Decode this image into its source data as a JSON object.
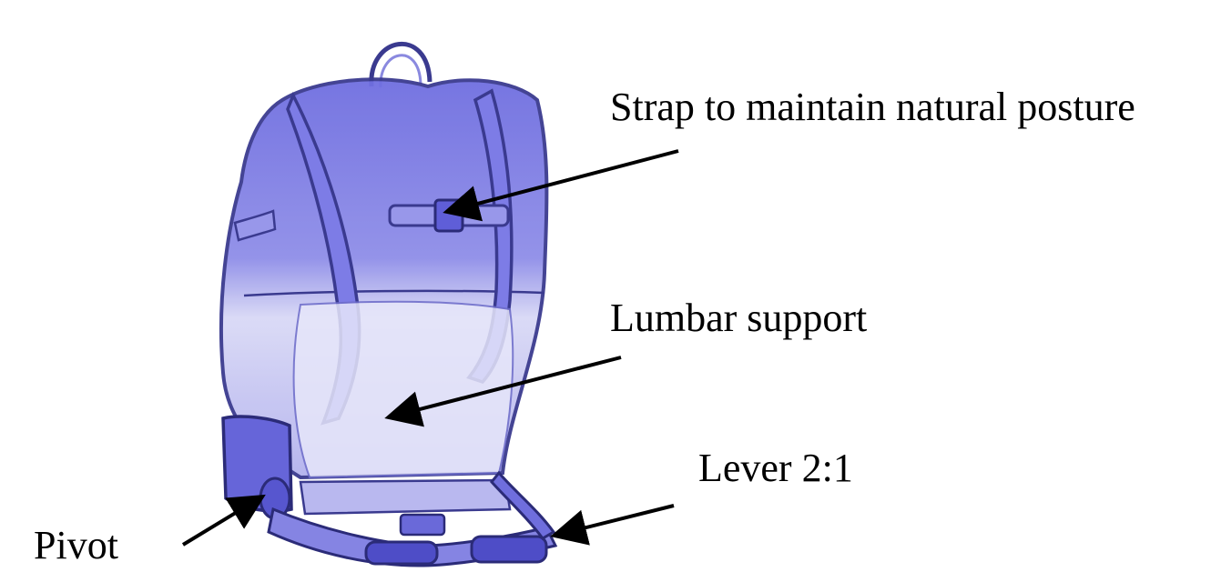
{
  "diagram": {
    "subject": "backpack-sketch",
    "sketch_color": "#5b5bd6",
    "outline_color": "#3a3a8f",
    "labels": {
      "strap": "Strap to maintain natural posture",
      "lumbar": "Lumbar support",
      "lever": "Lever 2:1",
      "pivot": "Pivot"
    }
  }
}
